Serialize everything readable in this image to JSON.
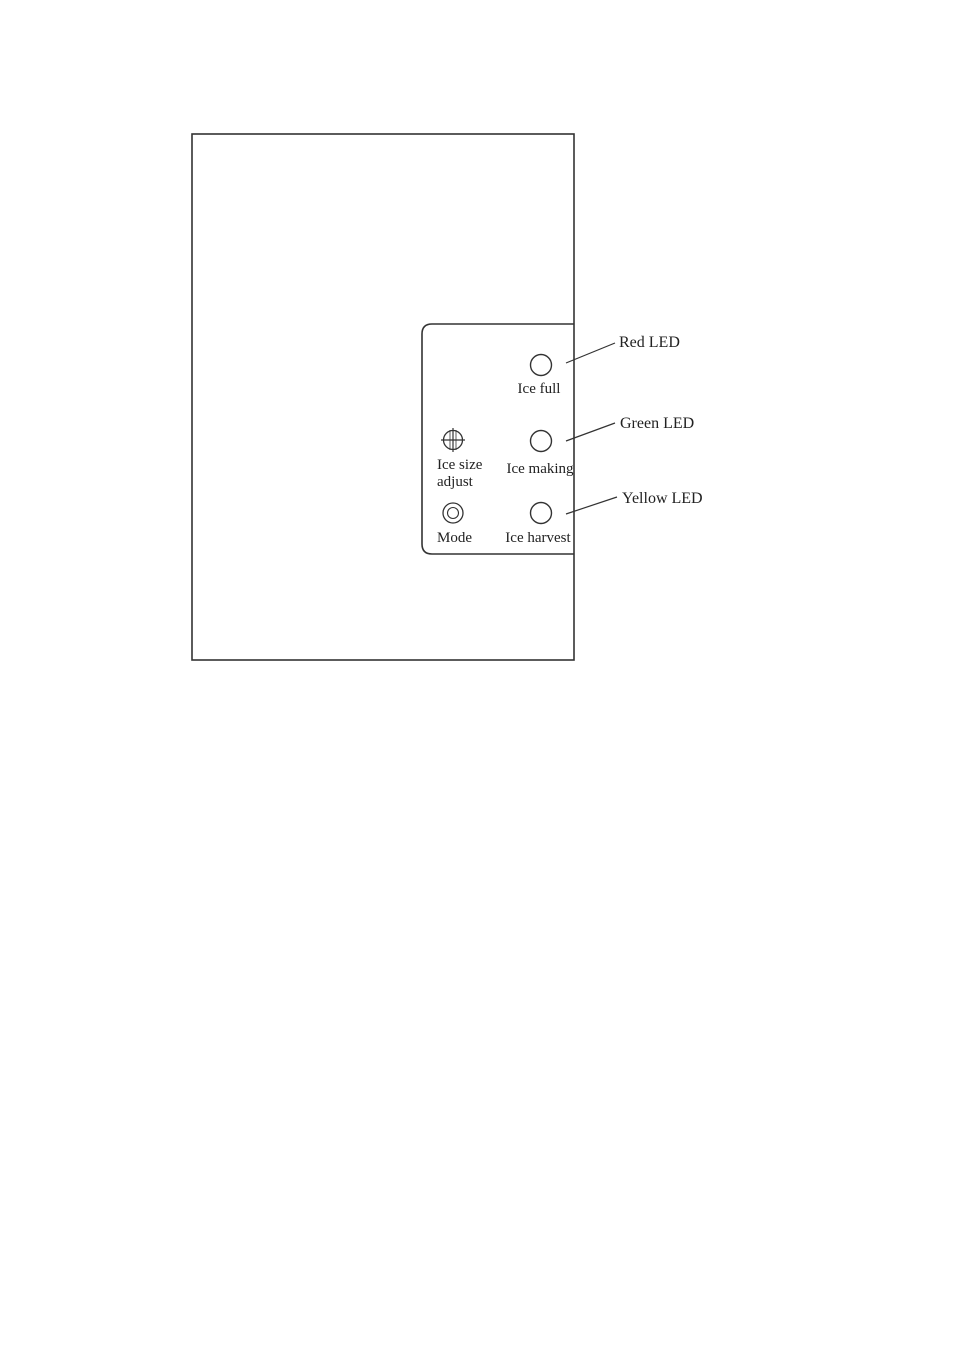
{
  "panel": {
    "indicators": [
      {
        "name": "Ice full",
        "led_color": "Red",
        "callout": "Red LED"
      },
      {
        "name": "Ice making",
        "led_color": "Green",
        "callout": "Green LED"
      },
      {
        "name": "Ice harvest",
        "led_color": "Yellow",
        "callout": "Yellow LED"
      }
    ],
    "controls": {
      "ice_size": {
        "line1": "Ice size",
        "line2": "adjust",
        "icon": "crosshair-knob-icon"
      },
      "mode": {
        "label": "Mode",
        "icon": "mode-button-icon"
      }
    }
  },
  "colors": {
    "line": "#333333",
    "text": "#222222",
    "background": "#ffffff"
  }
}
